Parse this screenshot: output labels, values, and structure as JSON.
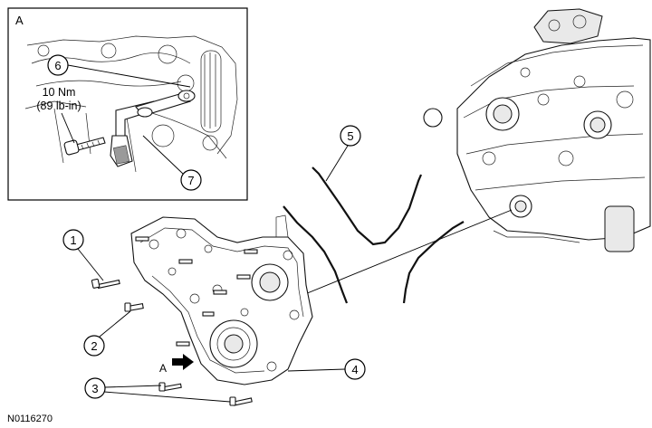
{
  "inset": {
    "label": "A",
    "torque_nm": "10 Nm",
    "torque_lbin": "(89 lb-in)"
  },
  "callouts": [
    "1",
    "2",
    "3",
    "4",
    "5",
    "6",
    "7"
  ],
  "view_arrow_label": "A",
  "figure_id": "N0116270"
}
